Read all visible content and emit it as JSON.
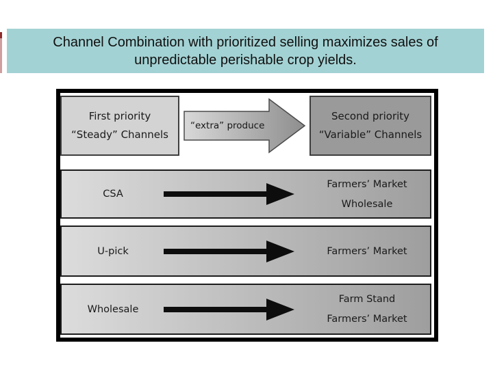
{
  "title": {
    "line1": "Channel Combination with prioritized selling maximizes sales of",
    "line2": "unpredictable perishable crop yields."
  },
  "diagram": {
    "first_priority_line1": "First priority",
    "first_priority_line2": "“Steady” Channels",
    "extra_produce_label": "“extra” produce",
    "second_priority_line1": "Second priority",
    "second_priority_line2": "“Variable” Channels",
    "rows": [
      {
        "source": "CSA",
        "dest1": "Farmers’ Market",
        "dest2": "Wholesale"
      },
      {
        "source": "U-pick",
        "dest1": "Farmers’ Market"
      },
      {
        "source": "Wholesale",
        "dest1": "Farm Stand",
        "dest2": "Farmers’ Market"
      }
    ]
  },
  "icons": {
    "extra_produce_arrow": "right-arrow",
    "flow_arrow": "right-arrow"
  },
  "colors": {
    "title_bg": "#a3d2d4",
    "steady_box_bg": "#d3d3d3",
    "variable_box_bg": "#9a9a9a",
    "row_gradient_start": "#dcdcdc",
    "row_gradient_end": "#9e9e9e",
    "frame_border": "#000000",
    "arrow_fill": "#0d0d0d",
    "red_sliver": "#8e2b2b"
  }
}
